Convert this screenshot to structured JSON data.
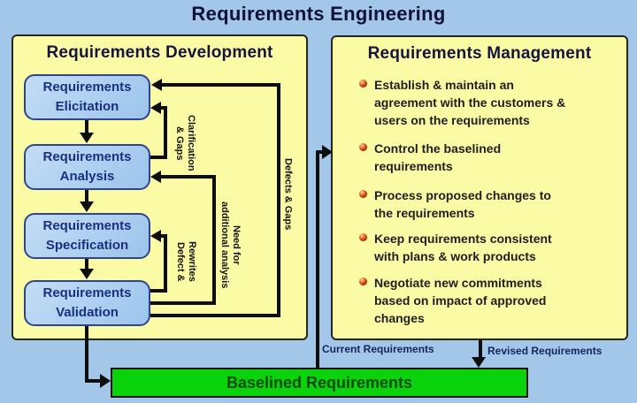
{
  "title": "Requirements Engineering",
  "development": {
    "title": "Requirements Development",
    "stages": [
      {
        "label": "Requirements\nElicitation"
      },
      {
        "label": "Requirements\nAnalysis"
      },
      {
        "label": "Requirements\nSpecification"
      },
      {
        "label": "Requirements\nValidation"
      }
    ],
    "feedback_labels": {
      "clarification": "Clarification\n& Gaps",
      "defect_rewrites": "Defect &\nRewrites",
      "additional_analysis": "Need for\nadditional analysis",
      "defects_gaps": "Defects & Gaps"
    }
  },
  "management": {
    "title": "Requirements Management",
    "bullets": [
      {
        "text": "Establish & maintain an\nagreement with the customers &\nusers on the requirements"
      },
      {
        "text": "Control the baselined\nrequirements"
      },
      {
        "text": "Process proposed changes to\nthe requirements"
      },
      {
        "text": "Keep requirements consistent\nwith plans & work products"
      },
      {
        "text": "Negotiate new commitments\nbased on impact of approved\nchanges"
      }
    ]
  },
  "flows": {
    "current_requirements": "Current Requirements",
    "revised_requirements": "Revised Requirements"
  },
  "baseline": {
    "label": "Baselined Requirements"
  },
  "colors": {
    "background": "#A3C7E9",
    "panel_fill": "#FBFBA5",
    "stage_fill": "#A9CDEF",
    "stage_border": "#2E4490",
    "baseline_fill": "#0BD30B",
    "baseline_text": "#0A4A0A",
    "heading_text": "#14143F",
    "arrow": "#0E0E0E",
    "bullet_ball": "#C03010"
  }
}
